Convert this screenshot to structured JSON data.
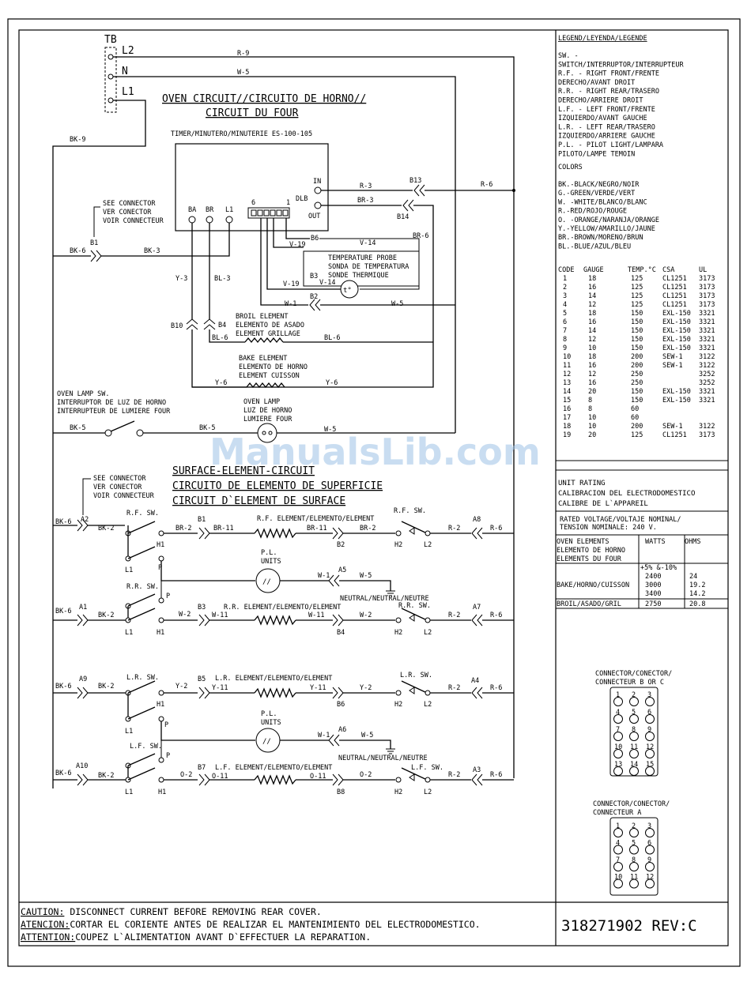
{
  "terminal_block": {
    "label": "TB",
    "l2": "L2",
    "n": "N",
    "l1": "L1"
  },
  "oven_title": [
    "OVEN CIRCUIT//CIRCUITO DE HORNO//",
    "CIRCUIT DU FOUR"
  ],
  "timer_label": "TIMER/MINUTERO/MINUTERIE ES-100-105",
  "timer_terms": {
    "ba": "BA",
    "br": "BR",
    "l1": "L1",
    "six": "6",
    "one": "1",
    "in": "IN",
    "dlb": "DLB",
    "out": "OUT"
  },
  "see_connector": [
    "SEE CONNECTOR",
    "VER CONECTOR",
    "VOIR CONNECTEUR"
  ],
  "probe_label": [
    "TEMPERATURE PROBE",
    "SONDA DE TEMPERATURA",
    "SONDE THERMIQUE"
  ],
  "probe_symbol": "t°",
  "broil_label": [
    "BROIL ELEMENT",
    "ELEMENTO DE ASADO",
    "ELEMENT GRILLAGE"
  ],
  "bake_label": [
    "BAKE ELEMENT",
    "ELEMENTO DE HORNO",
    "ELEMENT CUISSON"
  ],
  "lamp_sw_label": [
    "OVEN LAMP SW.",
    "INTERRUPTOR DE LUZ DE HORNO",
    "INTERRUPTEUR DE LUMIERE FOUR"
  ],
  "lamp_label": [
    "OVEN LAMP",
    "LUZ DE HORNO",
    "LUMIERE FOUR"
  ],
  "oven_wires": {
    "r9": "R-9",
    "w5a": "W-5",
    "bk9": "BK-9",
    "r3": "R-3",
    "r6": "R-6",
    "b13": "B13",
    "br3": "BR-3",
    "b14": "B14",
    "br6": "BR-6",
    "bk6": "BK-6",
    "b1": "B1",
    "bk3": "BK-3",
    "b6": "B6",
    "v19a": "V-19",
    "v14a": "V-14",
    "b3": "B3",
    "v14b": "V-14",
    "v19b": "V-19",
    "b2": "B2",
    "w1": "W-1",
    "w5b": "W-5",
    "y3": "Y-3",
    "bl3": "BL-3",
    "b10": "B10",
    "b4": "B4",
    "bl6a": "BL-6",
    "bl6b": "BL-6",
    "y6a": "Y-6",
    "y6b": "Y-6",
    "bk5a": "BK-5",
    "bk5b": "BK-5",
    "w5c": "W-5"
  },
  "surface_title": [
    "SURFACE-ELEMENT-CIRCUIT",
    "CIRCUITO DE ELEMENTO DE SUPERFICIE",
    "CIRCUIT D`ELEMENT DE SURFACE"
  ],
  "surface_see": [
    "SEE CONNECTOR",
    "VER CONECTOR",
    "VOIR CONNECTEUR"
  ],
  "rf": {
    "in": "BK-6",
    "a": "A2",
    "bk": "BK-2",
    "sw": "R.F. SW.",
    "h1": "H1",
    "l1": "L1",
    "p": "P",
    "b1": "B1",
    "w1": "BR-2",
    "w2": "BR-11",
    "elem": "R.F. ELEMENT/ELEMENTO/ELEMENT",
    "w3": "BR-11",
    "w4": "BR-2",
    "b2": "B2",
    "sw2": "R.F. SW.",
    "h2": "H2",
    "l2": "L2",
    "r2": "R-2",
    "a2": "A8",
    "r6": "R-6"
  },
  "pl1": {
    "label": [
      "P.L.",
      "UNITS"
    ],
    "w1": "W-1",
    "a": "A5",
    "w5": "W-5",
    "neutral": "NEUTRAL/NEUTRAL/NEUTRE"
  },
  "rr": {
    "in": "BK-6",
    "a": "A1",
    "bk": "BK-2",
    "sw": "R.R. SW.",
    "p": "P",
    "l1": "L1",
    "h1": "H1",
    "w2a": "W-2",
    "b3": "B3",
    "w11a": "W-11",
    "elem": "R.R. ELEMENT/ELEMENTO/ELEMENT",
    "w11b": "W-11",
    "w2b": "W-2",
    "b4": "B4",
    "sw2": "R.R. SW.",
    "h2": "H2",
    "l2": "L2",
    "r2": "R-2",
    "a2": "A7",
    "r6": "R-6"
  },
  "lr": {
    "in": "BK-6",
    "a": "A9",
    "bk": "BK-2",
    "sw": "L.R. SW.",
    "h1": "H1",
    "l1": "L1",
    "p": "P",
    "y2a": "Y-2",
    "b5": "B5",
    "y11a": "Y-11",
    "elem": "L.R. ELEMENT/ELEMENTO/ELEMENT",
    "y11b": "Y-11",
    "y2b": "Y-2",
    "b6": "B6",
    "sw2": "L.R. SW.",
    "h2": "H2",
    "l2": "L2",
    "r2": "R-2",
    "a2": "A4",
    "r6": "R-6"
  },
  "pl2": {
    "label": [
      "P.L.",
      "UNITS"
    ],
    "w1": "W-1",
    "a": "A6",
    "w5": "W-5",
    "neutral": "NEUTRAL/NEUTRAL/NEUTRE"
  },
  "lf": {
    "in": "BK-6",
    "a": "A10",
    "bk": "BK-2",
    "sw": "L.F. SW.",
    "p": "P",
    "l1": "L1",
    "h1": "H1",
    "o2a": "O-2",
    "b7": "B7",
    "o11a": "O-11",
    "elem": "L.F. ELEMENT/ELEMENTO/ELEMENT",
    "o11b": "O-11",
    "o2b": "O-2",
    "b8": "B8",
    "sw2": "L.F. SW.",
    "h2": "H2",
    "l2": "L2",
    "r2": "R-2",
    "a2": "A3",
    "r6": "R-6"
  },
  "legend": {
    "title": "LEGEND/LEYENDA/LEGENDE",
    "abbr": [
      "SW.  -",
      "SWITCH/INTERRUPTOR/INTERRUPTEUR",
      "R.F. - RIGHT FRONT/FRENTE",
      "DERECHO/AVANT DROIT",
      "R.R. - RIGHT REAR/TRASERO",
      "DERECHO/ARRIERE DROIT",
      "L.F. - LEFT FRONT/FRENTE",
      "IZQUIERDO/AVANT GAUCHE",
      "L.R. - LEFT REAR/TRASERO",
      "IZQUIERDO/ARRIERE GAUCHE",
      "P.L. - PILOT LIGHT/LAMPARA",
      "PILOTO/LAMPE TEMOIN"
    ],
    "colors_title": "COLORS",
    "colors": [
      "BK.-BLACK/NEGRO/NOIR",
      "G.-GREEN/VERDE/VERT",
      "W. -WHITE/BLANCO/BLANC",
      "R.-RED/ROJO/ROUGE",
      "O. -ORANGE/NARANJA/ORANGE",
      "Y.-YELLOW/AMARILLO/JAUNE",
      "BR.-BROWN/MORENO/BRUN",
      "BL.-BLUE/AZUL/BLEU"
    ]
  },
  "gauge_table": {
    "headers": [
      "CODE",
      "GAUGE",
      "TEMP.°C",
      "CSA",
      "UL"
    ],
    "rows": [
      [
        "1",
        "18",
        "125",
        "CL1251",
        "3173"
      ],
      [
        "2",
        "16",
        "125",
        "CL1251",
        "3173"
      ],
      [
        "3",
        "14",
        "125",
        "CL1251",
        "3173"
      ],
      [
        "4",
        "12",
        "125",
        "CL1251",
        "3173"
      ],
      [
        "5",
        "18",
        "150",
        "EXL-150",
        "3321"
      ],
      [
        "6",
        "16",
        "150",
        "EXL-150",
        "3321"
      ],
      [
        "7",
        "14",
        "150",
        "EXL-150",
        "3321"
      ],
      [
        "8",
        "12",
        "150",
        "EXL-150",
        "3321"
      ],
      [
        "9",
        "10",
        "150",
        "EXL-150",
        "3321"
      ],
      [
        "10",
        "18",
        "200",
        "SEW-1",
        "3122"
      ],
      [
        "11",
        "16",
        "200",
        "SEW-1",
        "3122"
      ],
      [
        "12",
        "12",
        "250",
        "",
        "3252"
      ],
      [
        "13",
        "16",
        "250",
        "",
        "3252"
      ],
      [
        "14",
        "20",
        "150",
        "EXL-150",
        "3321"
      ],
      [
        "15",
        "8",
        "150",
        "EXL-150",
        "3321"
      ],
      [
        "16",
        "8",
        "60",
        "",
        ""
      ],
      [
        "17",
        "10",
        "60",
        "",
        ""
      ],
      [
        "18",
        "10",
        "200",
        "SEW-1",
        "3122"
      ],
      [
        "19",
        "20",
        "125",
        "CL1251",
        "3173"
      ]
    ]
  },
  "unit_rating": {
    "title": [
      "UNIT RATING",
      "CALIBRACION DEL ELECTRODOMESTICO",
      "CALIBRE DE L`APPAREIL"
    ],
    "voltage": [
      "RATED VOLTAGE/VOLTAJE NOMINAL/",
      "TENSION NOMINALE: 240 V."
    ],
    "oven_elements": [
      "OVEN ELEMENTS",
      "ELEMENTO DE HORNO",
      "ELEMENTS DU FOUR"
    ],
    "watts": "WATTS",
    "ohms": "OHMS",
    "tolerance": "+5% &-10%",
    "bake_label": "BAKE/HORNO/CUISSON",
    "bake_watts": [
      "2400",
      "3000",
      "3400"
    ],
    "bake_ohms": [
      "24",
      "19.2",
      "14.2"
    ],
    "broil_label": "BROIL/ASADO/GRIL",
    "broil_watts": "2750",
    "broil_ohms": "20.8"
  },
  "connector_bc": {
    "title": [
      "CONNECTOR/CONECTOR/",
      "CONNECTEUR B OR C"
    ],
    "pins": [
      "1",
      "2",
      "3",
      "4",
      "5",
      "6",
      "7",
      "8",
      "9",
      "10",
      "11",
      "12",
      "13",
      "14",
      "15"
    ]
  },
  "connector_a": {
    "title": [
      "CONNECTOR/CONECTOR/",
      "CONNECTEUR A"
    ],
    "pins": [
      "1",
      "2",
      "3",
      "4",
      "5",
      "6",
      "7",
      "8",
      "9",
      "10",
      "11",
      "12"
    ]
  },
  "footer": {
    "caution_kw": "CAUTION:",
    "caution": " DISCONNECT CURRENT BEFORE REMOVING REAR COVER.",
    "atencion_kw": "ATENCION:",
    "atencion": "CORTAR EL CORIENTE ANTES DE REALIZAR EL MANTENIMIENTO DEL ELECTRODOMESTICO.",
    "attention_kw": "ATTENTION:",
    "attention": "COUPEZ L`ALIMENTATION AVANT D`EFFECTUER LA REPARATION.",
    "part_number": "318271902 REV:C"
  },
  "watermark": "ManualsLib.com"
}
